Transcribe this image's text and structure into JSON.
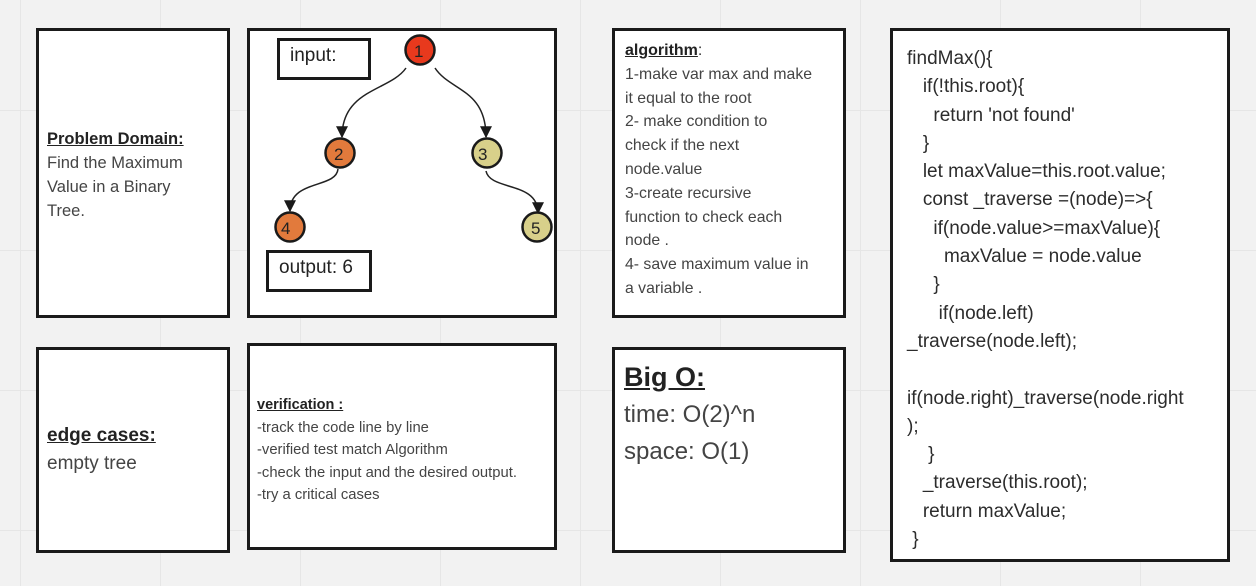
{
  "problem": {
    "heading": "Problem Domain:",
    "lines": [
      "Find the Maximum",
      "Value in a Binary",
      "Tree."
    ]
  },
  "tree": {
    "input_label": "input:",
    "output_label": "output: 6",
    "nodes": [
      {
        "label": "1",
        "color": "#e8391d"
      },
      {
        "label": "2",
        "color": "#e27a3c"
      },
      {
        "label": "3",
        "color": "#d8d08a"
      },
      {
        "label": "4",
        "color": "#e27a3c"
      },
      {
        "label": "5",
        "color": "#d8d08a"
      }
    ]
  },
  "algorithm": {
    "heading": "algorithm",
    "heading_suffix": ":",
    "lines": [
      "1-make var max and make",
      "it equal to the root",
      "2- make condition to",
      "check if the next",
      "node.value",
      "3-create recursive",
      "function to check each",
      "node .",
      "4- save maximum value in",
      "a variable ."
    ]
  },
  "code": {
    "lines": [
      "findMax(){",
      "   if(!this.root){",
      "     return 'not found'",
      "   }",
      "   let maxValue=this.root.value;",
      "   const _traverse =(node)=>{",
      "     if(node.value>=maxValue){",
      "       maxValue = node.value",
      "     }",
      "      if(node.left)",
      "_traverse(node.left);",
      "",
      "if(node.right)_traverse(node.right",
      ");",
      "    }",
      "   _traverse(this.root);",
      "   return maxValue;",
      " }"
    ]
  },
  "edge": {
    "heading": "edge cases: ",
    "text": "empty tree"
  },
  "verification": {
    "heading": "verification :",
    "lines": [
      "-track the code line by line",
      "-verified test match Algorithm",
      "-check the input and the desired output.",
      "-try a critical cases"
    ]
  },
  "bigo": {
    "heading": "Big O:",
    "time": "time: O(2)^n",
    "space": "space: O(1)"
  }
}
